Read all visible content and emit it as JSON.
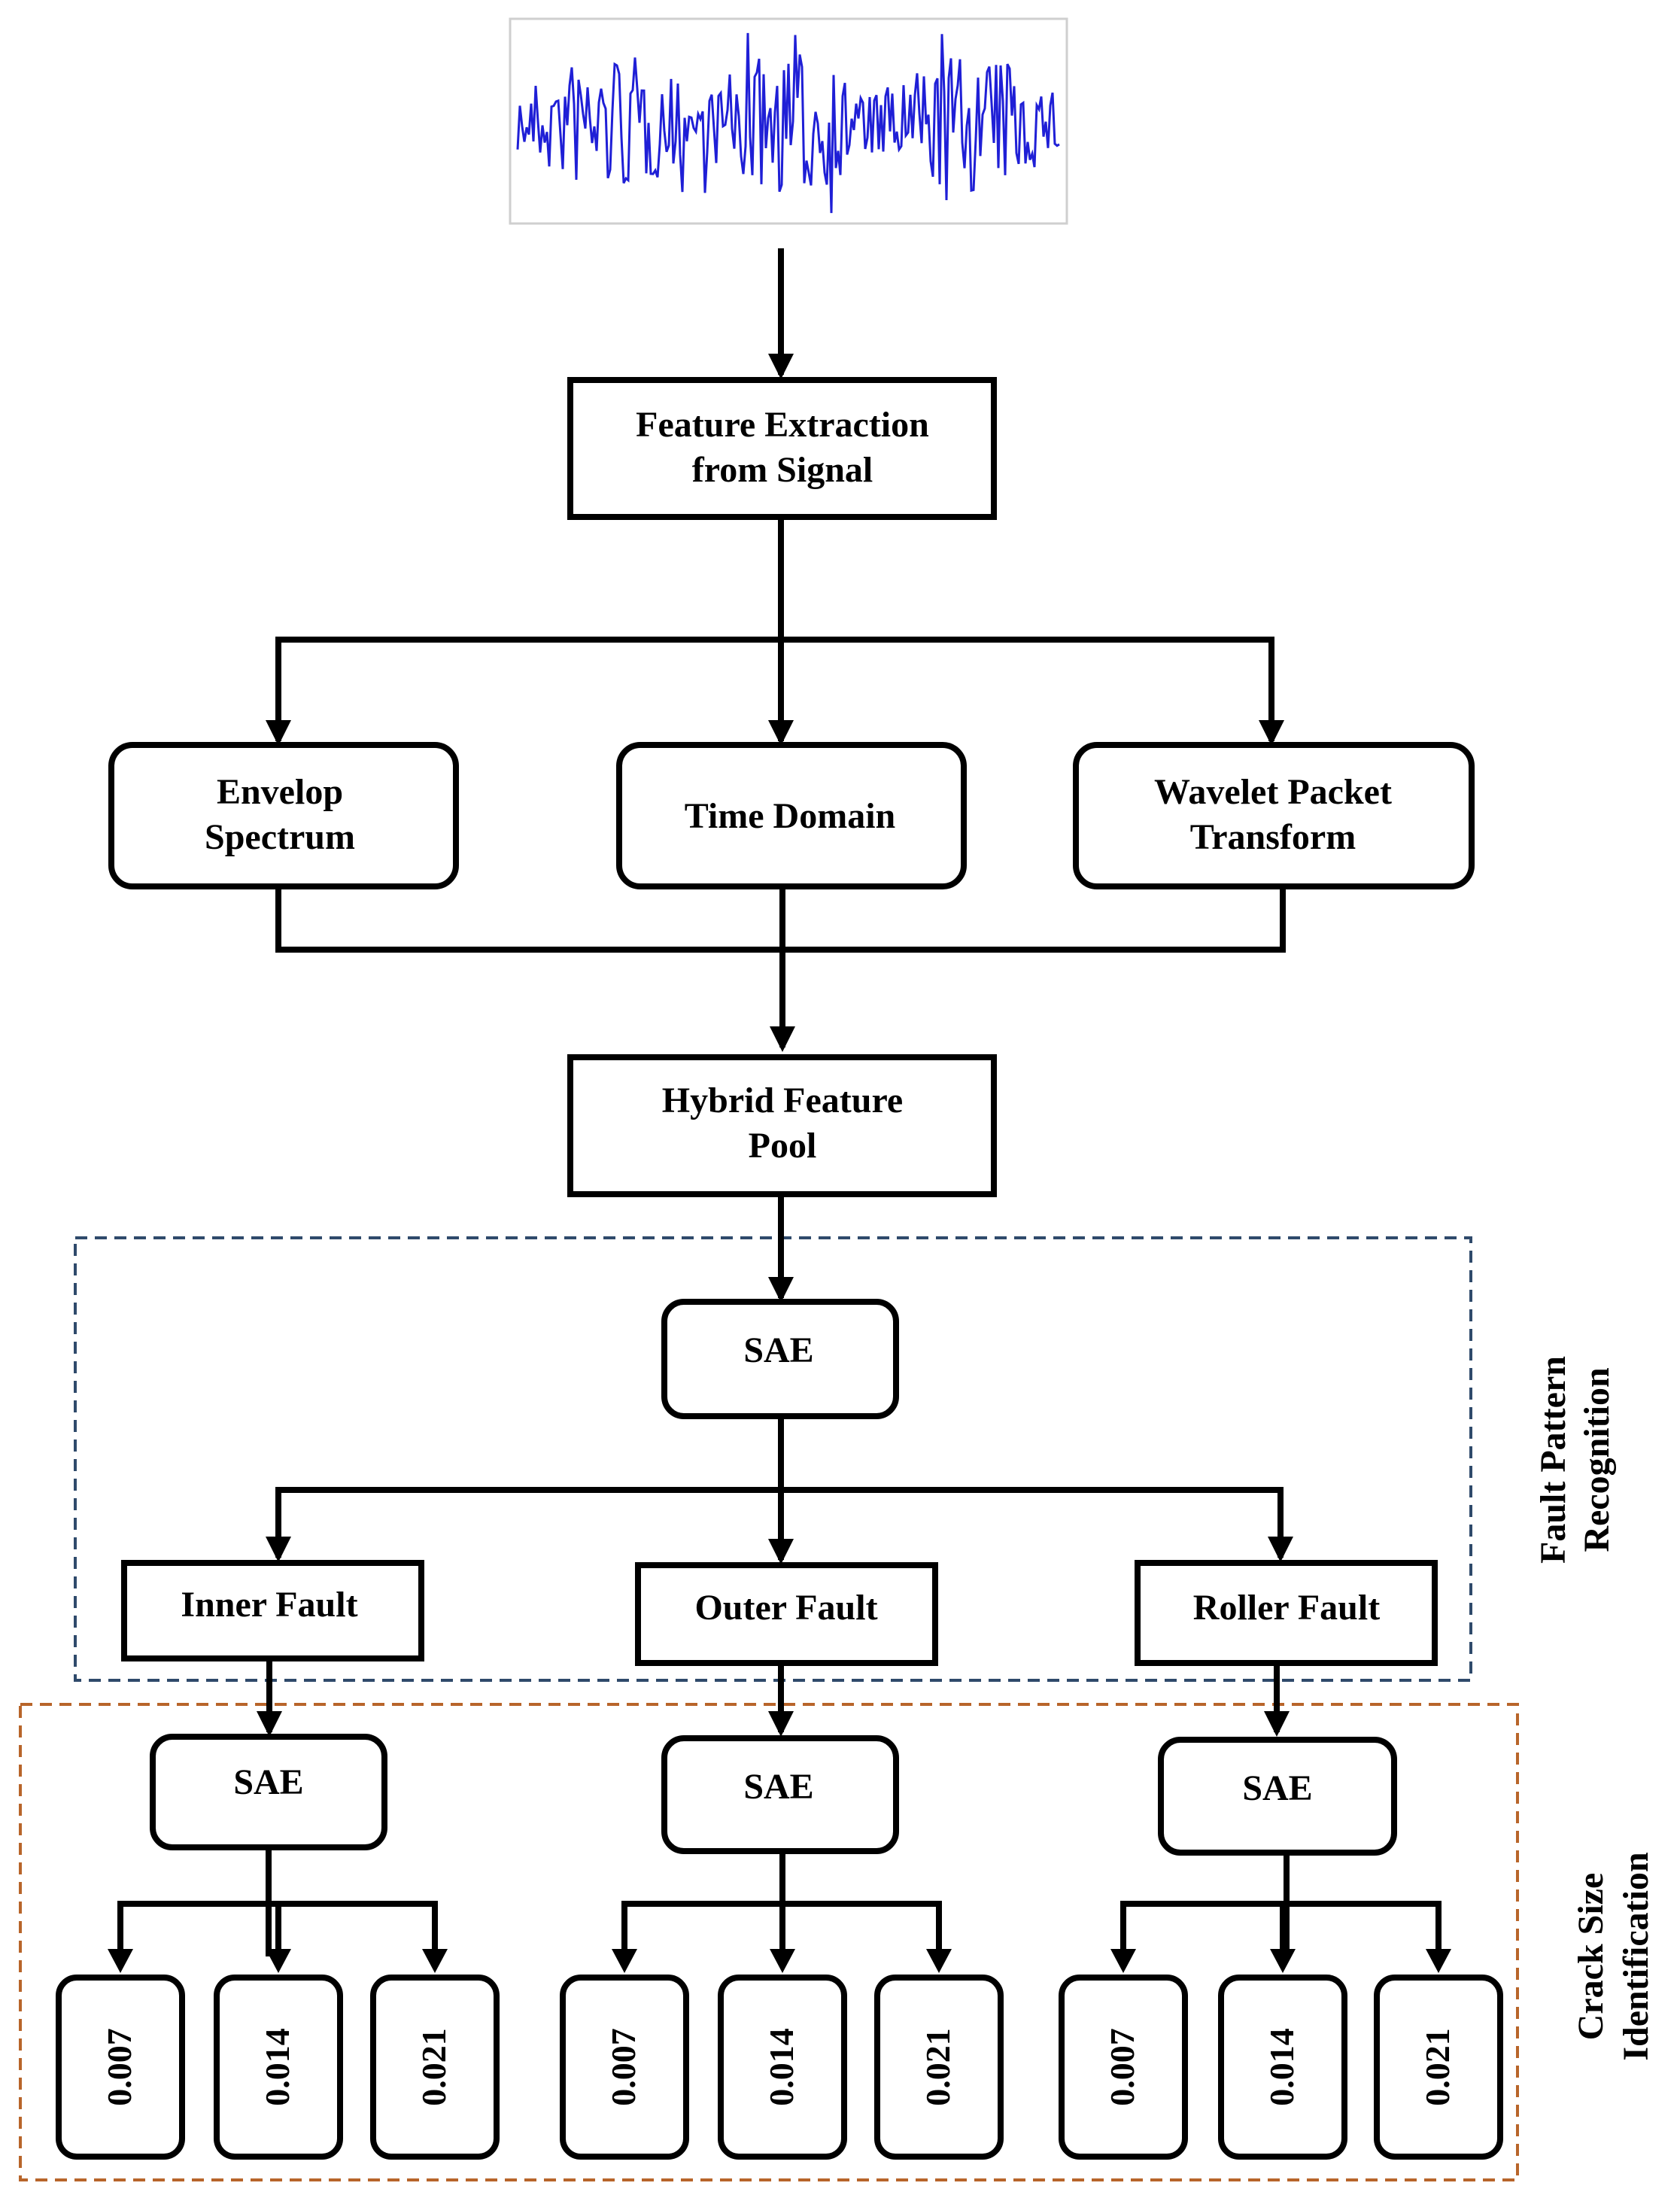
{
  "feature_extraction": {
    "line1": "Feature Extraction",
    "line2": "from Signal"
  },
  "methods": {
    "envelop": {
      "line1": "Envelop",
      "line2": "Spectrum"
    },
    "time_domain": "Time Domain",
    "wavelet": {
      "line1": "Wavelet Packet",
      "line2": "Transform"
    }
  },
  "hybrid_pool": {
    "line1": "Hybrid Feature",
    "line2": "Pool"
  },
  "sae_label": "SAE",
  "faults": {
    "inner": "Inner Fault",
    "outer": "Outer Fault",
    "roller": "Roller Fault"
  },
  "crack_sizes": [
    "0.007",
    "0.014",
    "0.021"
  ],
  "side_labels": {
    "fault_pattern": {
      "line1": "Fault Pattern",
      "line2": "Recognition"
    },
    "crack_size": {
      "line1": "Crack Size",
      "line2": "Identification"
    }
  },
  "colors": {
    "signal": "#1f1fd6",
    "fault_region_border": "#2f4a6b",
    "crack_region_border": "#b8652a",
    "stroke": "#000000"
  }
}
